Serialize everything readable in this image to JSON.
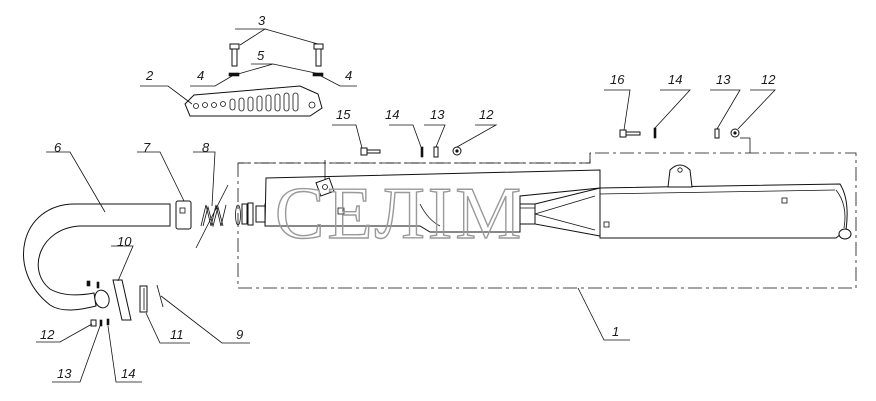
{
  "watermark": "СЕЛІМ",
  "callouts": {
    "c1": "1",
    "c2": "2",
    "c3": "3",
    "c4a": "4",
    "c4b": "4",
    "c5": "5",
    "c6": "6",
    "c7": "7",
    "c8": "8",
    "c9": "9",
    "c10": "10",
    "c11": "11",
    "c12a": "12",
    "c12b": "12",
    "c12c": "12",
    "c13a": "13",
    "c13b": "13",
    "c13c": "13",
    "c14a": "14",
    "c14b": "14",
    "c14c": "14",
    "c15": "15",
    "c16": "16"
  }
}
